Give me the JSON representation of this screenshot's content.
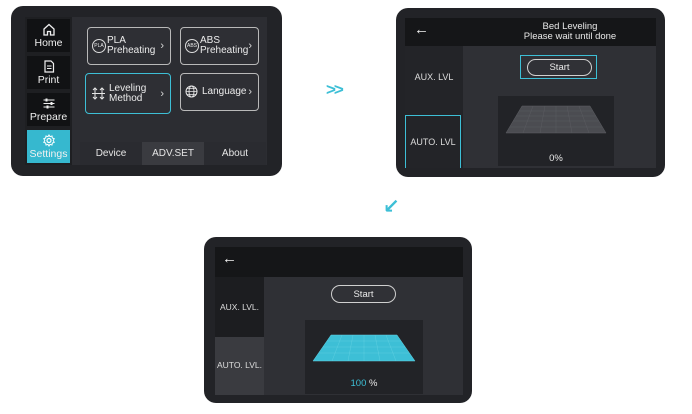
{
  "settings": {
    "nav": [
      {
        "label": "Home",
        "icon": "home-icon"
      },
      {
        "label": "Print",
        "icon": "document-icon"
      },
      {
        "label": "Prepare",
        "icon": "sliders-icon"
      },
      {
        "label": "Settings",
        "icon": "gear-icon"
      }
    ],
    "tiles": {
      "pla": {
        "label": "PLA\nPreheating",
        "icon_text": "PLA"
      },
      "abs": {
        "label": "ABS\nPreheating",
        "icon_text": "ABS"
      },
      "leveling": {
        "label": "Leveling\nMethod"
      },
      "language": {
        "label": "Language"
      }
    },
    "chevron": "›",
    "tabs": [
      "Device",
      "ADV.SET",
      "About"
    ]
  },
  "flow": {
    "right_arrow": ">>",
    "down_arrow": "↙"
  },
  "bed_leveling": {
    "back": "←",
    "title": "Bed Leveling",
    "subtitle": "Please wait until done",
    "aux_label": "AUX. LVL",
    "auto_label": "AUTO. LVL",
    "start_label": "Start",
    "progress_value": "0",
    "progress_suffix": "%",
    "progress": 0
  },
  "completed": {
    "back": "←",
    "aux_label": "AUX. LVL.",
    "auto_label": "AUTO. LVL.",
    "start_label": "Start",
    "progress_value": "100",
    "progress_suffix": " %",
    "progress": 100
  },
  "colors": {
    "accent": "#3dbfd6",
    "screen": "#2f3035",
    "bezel": "#222327"
  }
}
